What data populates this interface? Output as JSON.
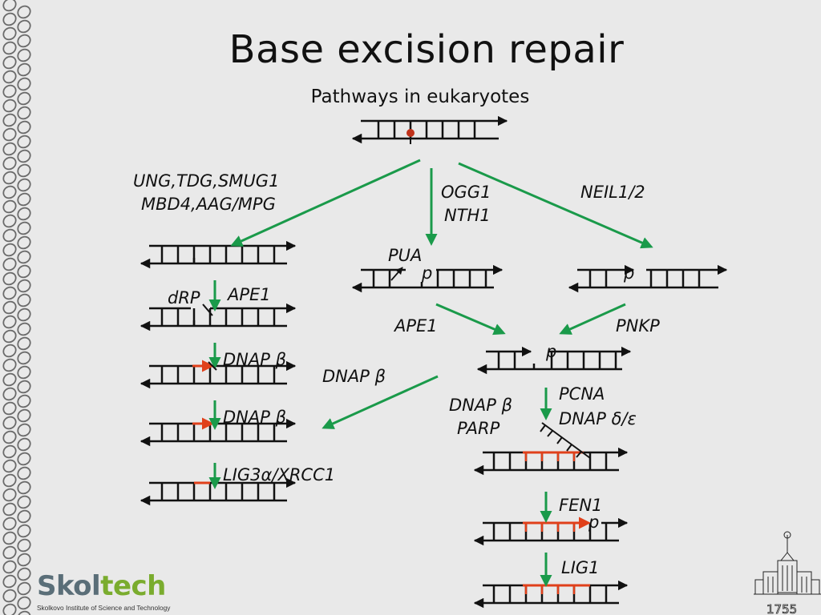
{
  "slide": {
    "title": "Base excision repair",
    "subtitle": "Pathways in eukaryotes"
  },
  "logo": {
    "word_part1": "Skol",
    "word_part2": "tech",
    "tagline": "Skolkovo Institute of Science and Technology"
  },
  "emblem": {
    "year": "1755"
  },
  "labels": {
    "glycosylases_mono_line1": "UNG,TDG,SMUG1",
    "glycosylases_mono_line2": "MBD4,AAG/MPG",
    "glycosylases_bi_line1": "OGG1",
    "glycosylases_bi_line2": "NTH1",
    "neil": "NEIL1/2",
    "pua": "PUA",
    "p_mid": "p",
    "p_right": "p",
    "drp": "dRP",
    "ape1_left": "APE1",
    "ape1_mid": "APE1",
    "pnkp": "PNKP",
    "p_center": "p",
    "dnapb_1": "DNAP β",
    "dnapb_2": "DNAP β",
    "dnapb_center": "DNAP β",
    "lig3": "LIG3α/XRCC1",
    "dnapb_long": "DNAP β",
    "parp": "PARP",
    "pcna": "PCNA",
    "dnap_de": "DNAP δ/ε",
    "fen1": "FEN1",
    "p_flap": "p",
    "lig1": "LIG1"
  },
  "colors": {
    "background": "#e9e9e9",
    "arrow_green": "#1a9a4a",
    "repair_red": "#e0401a",
    "lesion_red": "#c0321a",
    "dna_black": "#111111",
    "border_line": "#6a6a6a"
  }
}
